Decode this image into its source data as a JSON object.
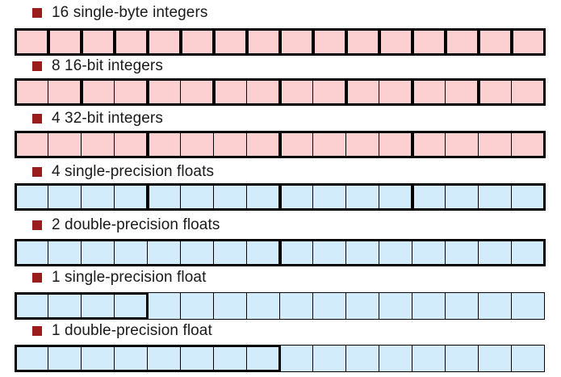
{
  "colors": {
    "bullet": "#9b1c1c",
    "integer_fill": "#fcd0d0",
    "float_fill": "#d3ecfc",
    "border": "#000000"
  },
  "rows": [
    {
      "label": "16 single-byte integers",
      "fill": "integer",
      "group_size": 1,
      "group_count": 16
    },
    {
      "label": "8 16-bit integers",
      "fill": "integer",
      "group_size": 2,
      "group_count": 8
    },
    {
      "label": "4 32-bit integers",
      "fill": "integer",
      "group_size": 4,
      "group_count": 4
    },
    {
      "label": "4 single-precision floats",
      "fill": "float",
      "group_size": 4,
      "group_count": 4
    },
    {
      "label": "2 double-precision floats",
      "fill": "float",
      "group_size": 8,
      "group_count": 2
    },
    {
      "label": "1 single-precision float",
      "fill": "float",
      "group_size": 4,
      "group_count": 1
    },
    {
      "label": "1 double-precision float",
      "fill": "float",
      "group_size": 8,
      "group_count": 1
    }
  ],
  "cells_per_register": 16
}
